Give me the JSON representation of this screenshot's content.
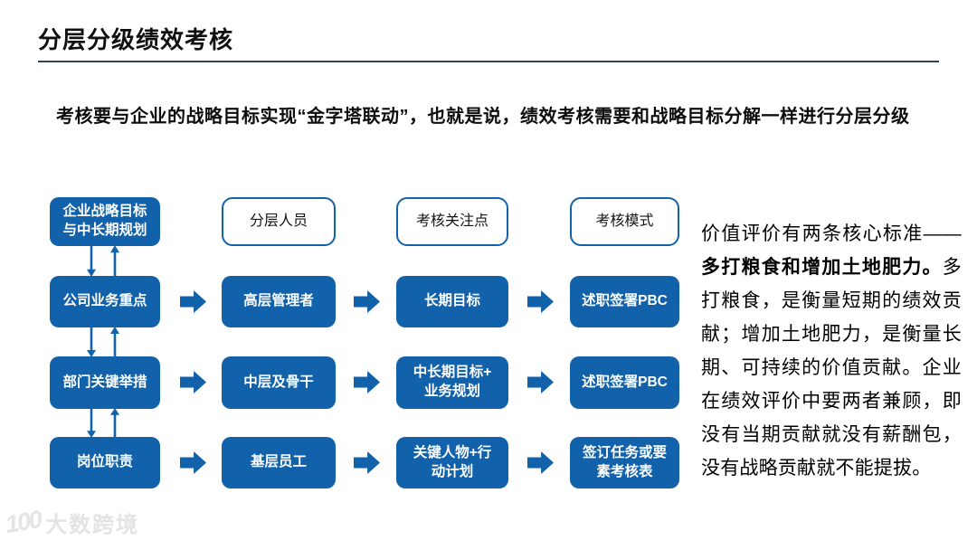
{
  "slide": {
    "title": "分层分级绩效考核",
    "subtitle": "考核要与企业的战略目标实现“金字塔联动”，也就是说，绩效考核需要和战略目标分解一样进行分层分级"
  },
  "colors": {
    "accent_blue": "#1161ab",
    "rule_dark": "#2e4254",
    "watermark_gray": "#e4e4e4"
  },
  "diagram": {
    "rows": [
      {
        "cells": [
          {
            "label": "企业战略目标\n与中长期规划",
            "style": "solid"
          },
          {
            "label": "分层人员",
            "style": "outline"
          },
          {
            "label": "考核关注点",
            "style": "outline"
          },
          {
            "label": "考核模式",
            "style": "outline"
          }
        ]
      },
      {
        "cells": [
          {
            "label": "公司业务重点",
            "style": "solid"
          },
          {
            "label": "高层管理者",
            "style": "solid"
          },
          {
            "label": "长期目标",
            "style": "solid"
          },
          {
            "label": "述职签署PBC",
            "style": "solid"
          }
        ]
      },
      {
        "cells": [
          {
            "label": "部门关键举措",
            "style": "solid"
          },
          {
            "label": "中层及骨干",
            "style": "solid"
          },
          {
            "label": "中长期目标+\n业务规划",
            "style": "solid"
          },
          {
            "label": "述职签署PBC",
            "style": "solid"
          }
        ]
      },
      {
        "cells": [
          {
            "label": "岗位职责",
            "style": "solid"
          },
          {
            "label": "基层员工",
            "style": "solid"
          },
          {
            "label": "关键人物+行\n动计划",
            "style": "solid"
          },
          {
            "label": "签订任务或要\n素考核表",
            "style": "solid"
          }
        ]
      }
    ]
  },
  "side_text": {
    "lead": "价值评价有两条核心标准——",
    "bold": "多打粮食和增加土地肥力。",
    "rest": "多打粮食，是衡量短期的绩效贡献；增加土地肥力，是衡量长期、可持续的价值贡献。企业在绩效评价中要两者兼顾，即没有当期贡献就没有薪酬包，没有战略贡献就不能提拔。"
  },
  "watermark": {
    "icon": "100",
    "text": "大数跨境"
  }
}
